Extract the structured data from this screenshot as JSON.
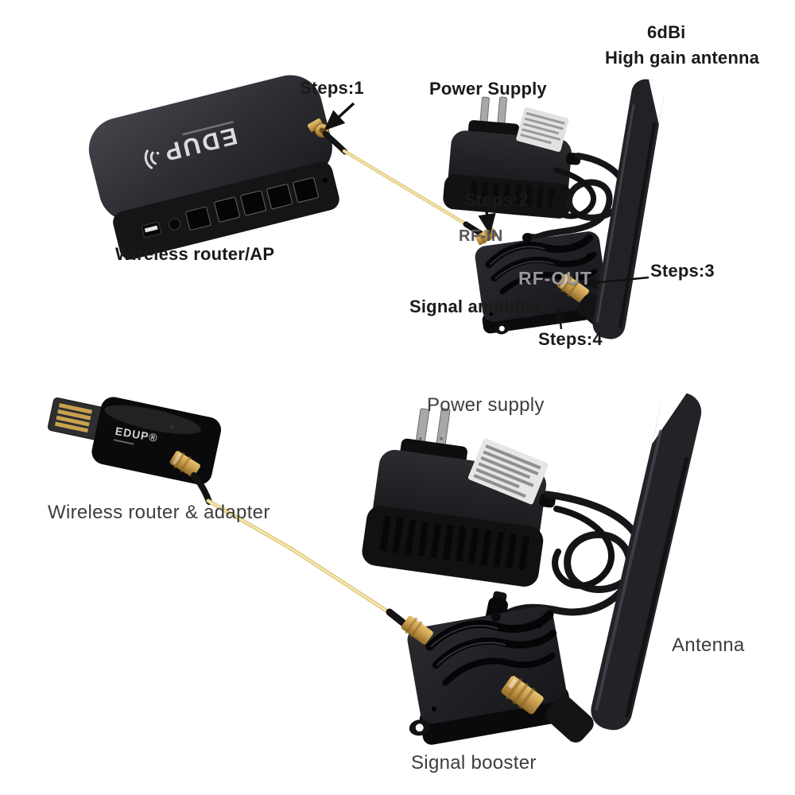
{
  "top_section": {
    "antenna_gain_label": "6dBi",
    "antenna_type_label": "High gain antenna",
    "power_supply_label": "Power Supply",
    "step1_label": "Steps:1",
    "step2_label": "Steps:2",
    "step3_label": "Steps:3",
    "step4_label": "Steps:4",
    "rf_in_port_label": "RF-IN",
    "rf_out_port_label": "RF-OUT",
    "amplifier_label": "Signal amplifier",
    "router_label": "Wireless router/AP",
    "router_logo": "EDUP"
  },
  "bottom_section": {
    "power_supply_label": "Power supply",
    "adapter_label": "Wireless router & adapter",
    "antenna_label": "Antenna",
    "booster_label": "Signal booster",
    "adapter_logo": "EDUP®"
  },
  "colors": {
    "background": "#ffffff",
    "device_body": "#1b1b1e",
    "cable_yellow": "#e2cb7e",
    "connector_gold": "#c79a4c",
    "label_text_top": "#1a1a1a",
    "label_text_bottom": "#3d3d3d",
    "port_text_gray": "#97979c"
  }
}
